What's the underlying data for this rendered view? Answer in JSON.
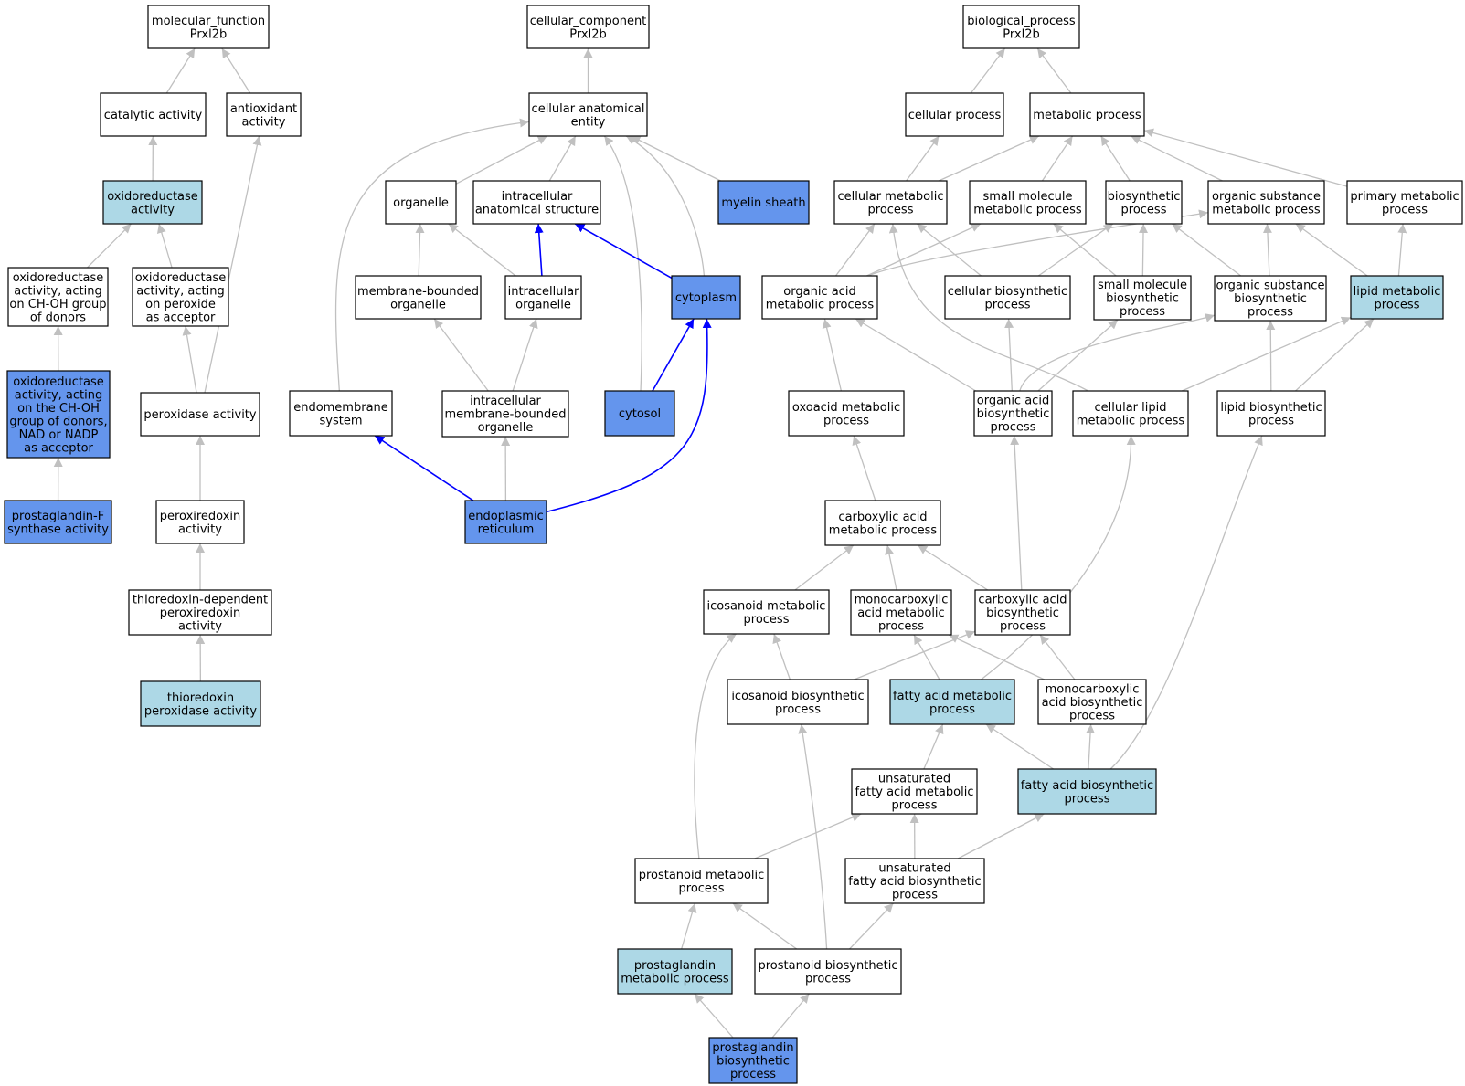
{
  "colors": {
    "white": "#ffffff",
    "light": "#add8e6",
    "dark": "#6495ed",
    "edge_gray": "#c0c0c0",
    "edge_blue": "#0000ff"
  },
  "nodes": {
    "mf": {
      "lines": [
        "molecular_function",
        "Prxl2b"
      ],
      "fill": "white"
    },
    "catalytic": {
      "lines": [
        "catalytic activity"
      ],
      "fill": "white"
    },
    "antioxidant": {
      "lines": [
        "antioxidant",
        "activity"
      ],
      "fill": "white"
    },
    "oxidoreductase": {
      "lines": [
        "oxidoreductase",
        "activity"
      ],
      "fill": "light"
    },
    "ox_choh": {
      "lines": [
        "oxidoreductase",
        "activity, acting",
        "on CH-OH group",
        "of donors"
      ],
      "fill": "white"
    },
    "ox_peroxide": {
      "lines": [
        "oxidoreductase",
        "activity, acting",
        "on peroxide",
        "as acceptor"
      ],
      "fill": "white"
    },
    "ox_nadp": {
      "lines": [
        "oxidoreductase",
        "activity, acting",
        "on the CH-OH",
        "group of donors,",
        "NAD or NADP",
        "as acceptor"
      ],
      "fill": "dark"
    },
    "peroxidase": {
      "lines": [
        "peroxidase activity"
      ],
      "fill": "white"
    },
    "pgf_synthase": {
      "lines": [
        "prostaglandin-F",
        "synthase activity"
      ],
      "fill": "dark"
    },
    "peroxiredoxin": {
      "lines": [
        "peroxiredoxin",
        "activity"
      ],
      "fill": "white"
    },
    "trx_dep": {
      "lines": [
        "thioredoxin-dependent",
        "peroxiredoxin",
        "activity"
      ],
      "fill": "white"
    },
    "trx_perox": {
      "lines": [
        "thioredoxin",
        "peroxidase activity"
      ],
      "fill": "light"
    },
    "cc": {
      "lines": [
        "cellular_component",
        "Prxl2b"
      ],
      "fill": "white"
    },
    "cae": {
      "lines": [
        "cellular anatomical",
        "entity"
      ],
      "fill": "white"
    },
    "organelle": {
      "lines": [
        "organelle"
      ],
      "fill": "white"
    },
    "ias": {
      "lines": [
        "intracellular",
        "anatomical structure"
      ],
      "fill": "white"
    },
    "myelin": {
      "lines": [
        "myelin sheath"
      ],
      "fill": "dark"
    },
    "mbo": {
      "lines": [
        "membrane-bounded",
        "organelle"
      ],
      "fill": "white"
    },
    "io": {
      "lines": [
        "intracellular",
        "organelle"
      ],
      "fill": "white"
    },
    "cytoplasm": {
      "lines": [
        "cytoplasm"
      ],
      "fill": "dark"
    },
    "endomembrane": {
      "lines": [
        "endomembrane",
        "system"
      ],
      "fill": "white"
    },
    "imbo": {
      "lines": [
        "intracellular",
        "membrane-bounded",
        "organelle"
      ],
      "fill": "white"
    },
    "cytosol": {
      "lines": [
        "cytosol"
      ],
      "fill": "dark"
    },
    "er": {
      "lines": [
        "endoplasmic",
        "reticulum"
      ],
      "fill": "dark"
    },
    "bp": {
      "lines": [
        "biological_process",
        "Prxl2b"
      ],
      "fill": "white"
    },
    "cellular_process": {
      "lines": [
        "cellular process"
      ],
      "fill": "white"
    },
    "metabolic": {
      "lines": [
        "metabolic process"
      ],
      "fill": "white"
    },
    "cmp": {
      "lines": [
        "cellular metabolic",
        "process"
      ],
      "fill": "white"
    },
    "smmp": {
      "lines": [
        "small molecule",
        "metabolic process"
      ],
      "fill": "white"
    },
    "biosynthetic": {
      "lines": [
        "biosynthetic",
        "process"
      ],
      "fill": "white"
    },
    "osmp": {
      "lines": [
        "organic substance",
        "metabolic process"
      ],
      "fill": "white"
    },
    "pmp": {
      "lines": [
        "primary metabolic",
        "process"
      ],
      "fill": "white"
    },
    "oamp": {
      "lines": [
        "organic acid",
        "metabolic process"
      ],
      "fill": "white"
    },
    "cbp": {
      "lines": [
        "cellular biosynthetic",
        "process"
      ],
      "fill": "white"
    },
    "smbp": {
      "lines": [
        "small molecule",
        "biosynthetic",
        "process"
      ],
      "fill": "white"
    },
    "osbp": {
      "lines": [
        "organic substance",
        "biosynthetic",
        "process"
      ],
      "fill": "white"
    },
    "lmp": {
      "lines": [
        "lipid metabolic",
        "process"
      ],
      "fill": "light"
    },
    "oxoacid": {
      "lines": [
        "oxoacid metabolic",
        "process"
      ],
      "fill": "white"
    },
    "oabp": {
      "lines": [
        "organic acid",
        "biosynthetic",
        "process"
      ],
      "fill": "white"
    },
    "clmp": {
      "lines": [
        "cellular lipid",
        "metabolic process"
      ],
      "fill": "white"
    },
    "lbp": {
      "lines": [
        "lipid biosynthetic",
        "process"
      ],
      "fill": "white"
    },
    "camp": {
      "lines": [
        "carboxylic acid",
        "metabolic process"
      ],
      "fill": "white"
    },
    "icmp": {
      "lines": [
        "icosanoid metabolic",
        "process"
      ],
      "fill": "white"
    },
    "mcamp": {
      "lines": [
        "monocarboxylic",
        "acid metabolic",
        "process"
      ],
      "fill": "white"
    },
    "cabp": {
      "lines": [
        "carboxylic acid",
        "biosynthetic",
        "process"
      ],
      "fill": "white"
    },
    "icbp": {
      "lines": [
        "icosanoid biosynthetic",
        "process"
      ],
      "fill": "white"
    },
    "famp": {
      "lines": [
        "fatty acid metabolic",
        "process"
      ],
      "fill": "light"
    },
    "mcabp": {
      "lines": [
        "monocarboxylic",
        "acid biosynthetic",
        "process"
      ],
      "fill": "white"
    },
    "ufamp": {
      "lines": [
        "unsaturated",
        "fatty acid metabolic",
        "process"
      ],
      "fill": "white"
    },
    "fabp": {
      "lines": [
        "fatty acid biosynthetic",
        "process"
      ],
      "fill": "light"
    },
    "prmp": {
      "lines": [
        "prostanoid metabolic",
        "process"
      ],
      "fill": "white"
    },
    "ufabp": {
      "lines": [
        "unsaturated",
        "fatty acid biosynthetic",
        "process"
      ],
      "fill": "white"
    },
    "pgmp": {
      "lines": [
        "prostaglandin",
        "metabolic process"
      ],
      "fill": "light"
    },
    "prbp": {
      "lines": [
        "prostanoid biosynthetic",
        "process"
      ],
      "fill": "white"
    },
    "pgbp": {
      "lines": [
        "prostaglandin",
        "biosynthetic",
        "process"
      ],
      "fill": "dark"
    }
  },
  "edges": [
    [
      "catalytic",
      "mf",
      "gray"
    ],
    [
      "antioxidant",
      "mf",
      "gray"
    ],
    [
      "oxidoreductase",
      "catalytic",
      "gray"
    ],
    [
      "ox_choh",
      "oxidoreductase",
      "gray"
    ],
    [
      "ox_peroxide",
      "oxidoreductase",
      "gray"
    ],
    [
      "ox_nadp",
      "ox_choh",
      "gray"
    ],
    [
      "peroxidase",
      "ox_peroxide",
      "gray"
    ],
    [
      "peroxidase",
      "antioxidant",
      "gray"
    ],
    [
      "pgf_synthase",
      "ox_nadp",
      "gray"
    ],
    [
      "peroxiredoxin",
      "peroxidase",
      "gray"
    ],
    [
      "trx_dep",
      "peroxiredoxin",
      "gray"
    ],
    [
      "trx_perox",
      "trx_dep",
      "gray"
    ],
    [
      "cae",
      "cc",
      "gray"
    ],
    [
      "organelle",
      "cae",
      "gray"
    ],
    [
      "ias",
      "cae",
      "gray"
    ],
    [
      "myelin",
      "cae",
      "gray"
    ],
    [
      "cytoplasm",
      "cae",
      "gray"
    ],
    [
      "cytosol",
      "cae",
      "gray"
    ],
    [
      "endomembrane",
      "cae",
      "gray"
    ],
    [
      "mbo",
      "organelle",
      "gray"
    ],
    [
      "io",
      "organelle",
      "gray"
    ],
    [
      "io",
      "ias",
      "blue"
    ],
    [
      "cytoplasm",
      "ias",
      "blue"
    ],
    [
      "imbo",
      "mbo",
      "gray"
    ],
    [
      "imbo",
      "io",
      "gray"
    ],
    [
      "cytosol",
      "cytoplasm",
      "blue"
    ],
    [
      "er",
      "cytoplasm",
      "blue"
    ],
    [
      "er",
      "endomembrane",
      "blue"
    ],
    [
      "er",
      "imbo",
      "gray"
    ],
    [
      "cellular_process",
      "bp",
      "gray"
    ],
    [
      "metabolic",
      "bp",
      "gray"
    ],
    [
      "cmp",
      "cellular_process",
      "gray"
    ],
    [
      "cmp",
      "metabolic",
      "gray"
    ],
    [
      "smmp",
      "metabolic",
      "gray"
    ],
    [
      "biosynthetic",
      "metabolic",
      "gray"
    ],
    [
      "osmp",
      "metabolic",
      "gray"
    ],
    [
      "pmp",
      "metabolic",
      "gray"
    ],
    [
      "oamp",
      "cmp",
      "gray"
    ],
    [
      "oamp",
      "smmp",
      "gray"
    ],
    [
      "oamp",
      "osmp",
      "gray"
    ],
    [
      "cbp",
      "cmp",
      "gray"
    ],
    [
      "cbp",
      "biosynthetic",
      "gray"
    ],
    [
      "smbp",
      "smmp",
      "gray"
    ],
    [
      "smbp",
      "biosynthetic",
      "gray"
    ],
    [
      "osbp",
      "osmp",
      "gray"
    ],
    [
      "osbp",
      "biosynthetic",
      "gray"
    ],
    [
      "lmp",
      "osmp",
      "gray"
    ],
    [
      "lmp",
      "pmp",
      "gray"
    ],
    [
      "oxoacid",
      "oamp",
      "gray"
    ],
    [
      "oabp",
      "oamp",
      "gray"
    ],
    [
      "oabp",
      "cbp",
      "gray"
    ],
    [
      "oabp",
      "smbp",
      "gray"
    ],
    [
      "oabp",
      "osbp",
      "gray"
    ],
    [
      "clmp",
      "cmp",
      "gray"
    ],
    [
      "clmp",
      "lmp",
      "gray"
    ],
    [
      "lbp",
      "osbp",
      "gray"
    ],
    [
      "lbp",
      "lmp",
      "gray"
    ],
    [
      "camp",
      "oxoacid",
      "gray"
    ],
    [
      "icmp",
      "camp",
      "gray"
    ],
    [
      "mcamp",
      "camp",
      "gray"
    ],
    [
      "cabp",
      "camp",
      "gray"
    ],
    [
      "cabp",
      "oabp",
      "gray"
    ],
    [
      "icbp",
      "icmp",
      "gray"
    ],
    [
      "icbp",
      "cabp",
      "gray"
    ],
    [
      "famp",
      "mcamp",
      "gray"
    ],
    [
      "famp",
      "clmp",
      "gray"
    ],
    [
      "mcabp",
      "mcamp",
      "gray"
    ],
    [
      "mcabp",
      "cabp",
      "gray"
    ],
    [
      "ufamp",
      "famp",
      "gray"
    ],
    [
      "fabp",
      "famp",
      "gray"
    ],
    [
      "fabp",
      "mcabp",
      "gray"
    ],
    [
      "fabp",
      "lbp",
      "gray"
    ],
    [
      "prmp",
      "icmp",
      "gray"
    ],
    [
      "prmp",
      "ufamp",
      "gray"
    ],
    [
      "ufabp",
      "ufamp",
      "gray"
    ],
    [
      "ufabp",
      "fabp",
      "gray"
    ],
    [
      "pgmp",
      "prmp",
      "gray"
    ],
    [
      "prbp",
      "prmp",
      "gray"
    ],
    [
      "prbp",
      "icbp",
      "gray"
    ],
    [
      "prbp",
      "ufabp",
      "gray"
    ],
    [
      "pgbp",
      "pgmp",
      "gray"
    ],
    [
      "pgbp",
      "prbp",
      "gray"
    ]
  ]
}
